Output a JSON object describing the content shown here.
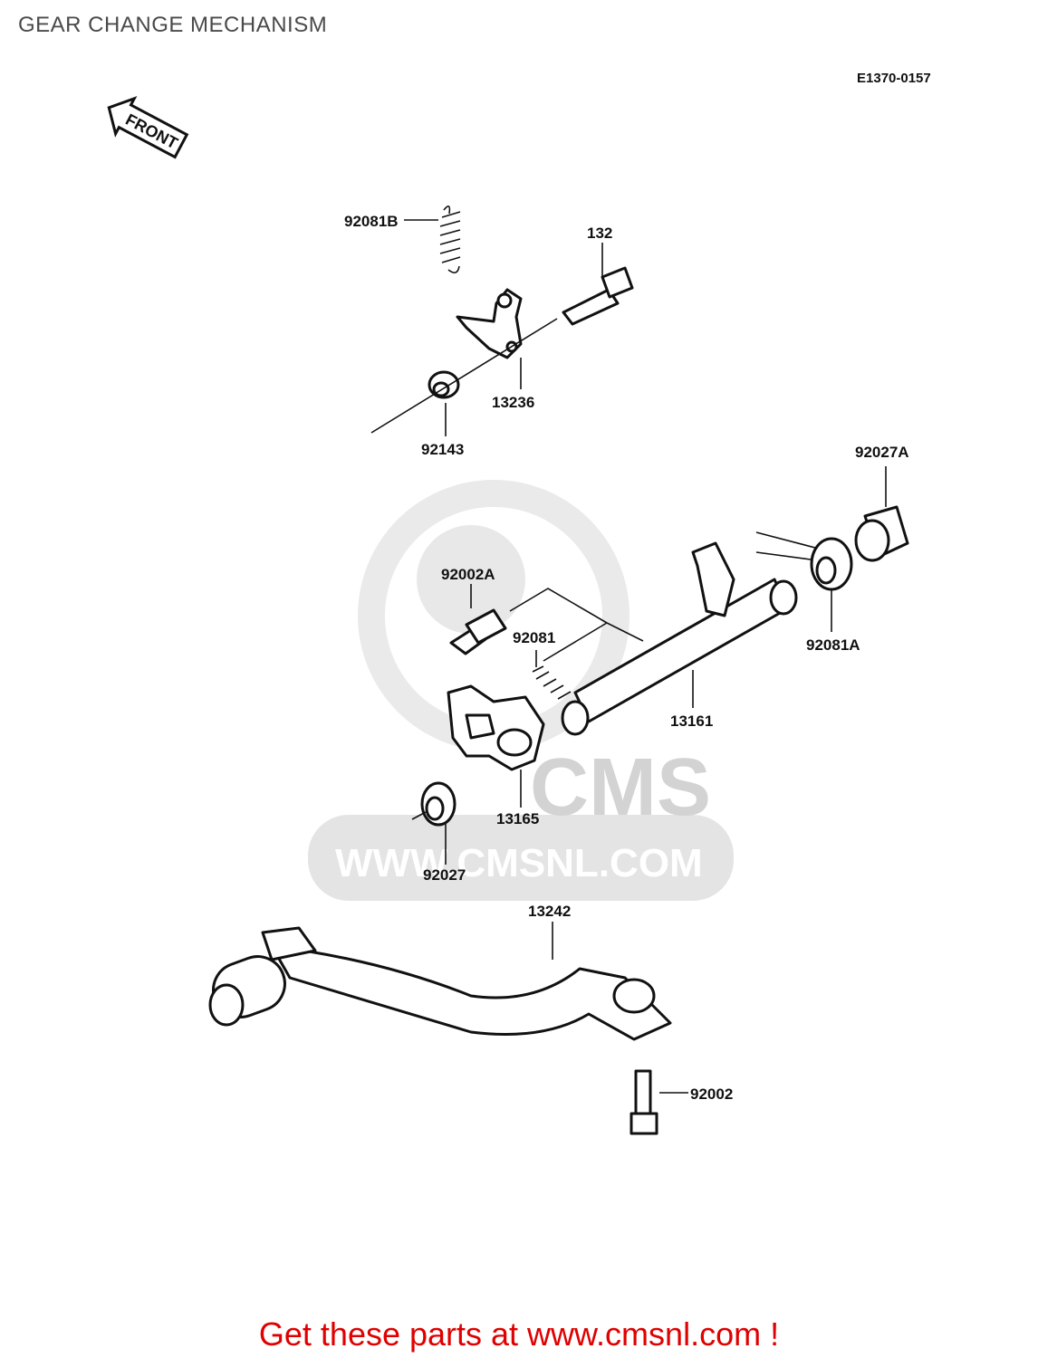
{
  "title": "GEAR CHANGE MECHANISM",
  "diagram_code": "E1370-0157",
  "front_label": "FRONT",
  "watermark_text": "WWW.CMSNL.COM",
  "watermark_logo": "CMS",
  "parts": [
    {
      "ref": "92081B"
    },
    {
      "ref": "132"
    },
    {
      "ref": "13236"
    },
    {
      "ref": "92143"
    },
    {
      "ref": "92027A"
    },
    {
      "ref": "92002A"
    },
    {
      "ref": "92081"
    },
    {
      "ref": "92081A"
    },
    {
      "ref": "13161"
    },
    {
      "ref": "13165"
    },
    {
      "ref": "92027"
    },
    {
      "ref": "13242"
    },
    {
      "ref": "92002"
    }
  ],
  "footer": "Get these parts at www.cmsnl.com !",
  "colors": {
    "footer": "#e00000",
    "title": "#4a4a4a",
    "watermark": "#d8d8d8"
  }
}
